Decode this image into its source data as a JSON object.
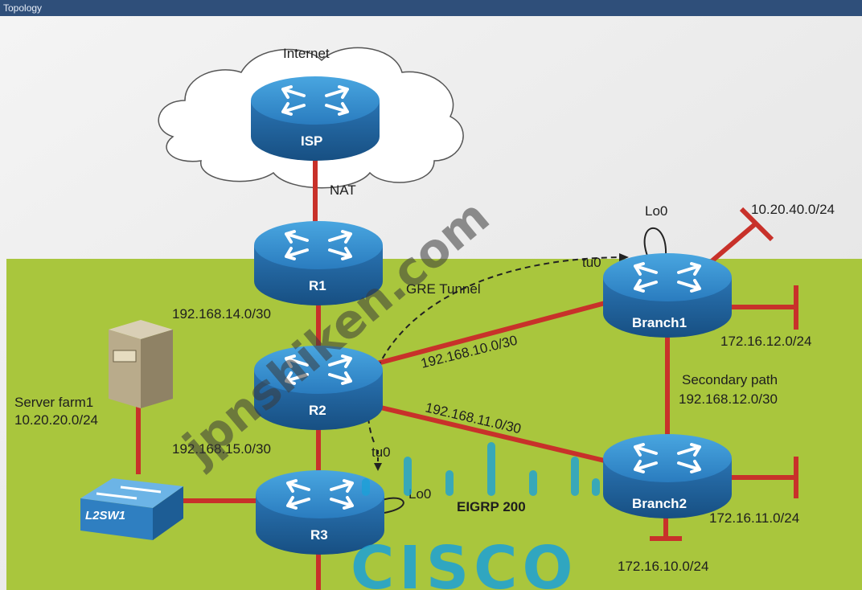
{
  "window": {
    "title": "Topology"
  },
  "cloud": {
    "label": "Internet"
  },
  "devices": {
    "isp": "ISP",
    "r1": "R1",
    "r2": "R2",
    "r3": "R3",
    "branch1": "Branch1",
    "branch2": "Branch2",
    "l2sw1": "L2SW1"
  },
  "labels": {
    "nat": "NAT",
    "gre_tunnel": "GRE Tunnel",
    "net_r1_r2": "192.168.14.0/30",
    "net_r2_r3": "192.168.15.0/30",
    "net_r2_branch1": "192.168.10.0/30",
    "net_r2_branch2": "192.168.11.0/30",
    "secondary_path": "Secondary path",
    "net_branch1_branch2": "192.168.12.0/30",
    "branch1_lo0": "Lo0",
    "branch1_tu0": "tu0",
    "branch1_lan_top": "10.20.40.0/24",
    "branch1_lan_right": "172.16.12.0/24",
    "branch2_lan_right": "172.16.11.0/24",
    "branch2_lan_bottom": "172.16.10.0/24",
    "r3_tu0": "tu0",
    "r3_lo0": "Lo0",
    "server_farm": "Server farm1",
    "server_farm_net": "10.20.20.0/24",
    "eigrp": "EIGRP 200"
  },
  "watermarks": {
    "site": "jpnshiken.com",
    "brand": "CISCO"
  },
  "colors": {
    "link": "#c8312a",
    "lan_area": "#a9c63d",
    "router_top": "#2f86c6",
    "router_side": "#1f5f98",
    "titlebar": "#2f4f7a"
  }
}
